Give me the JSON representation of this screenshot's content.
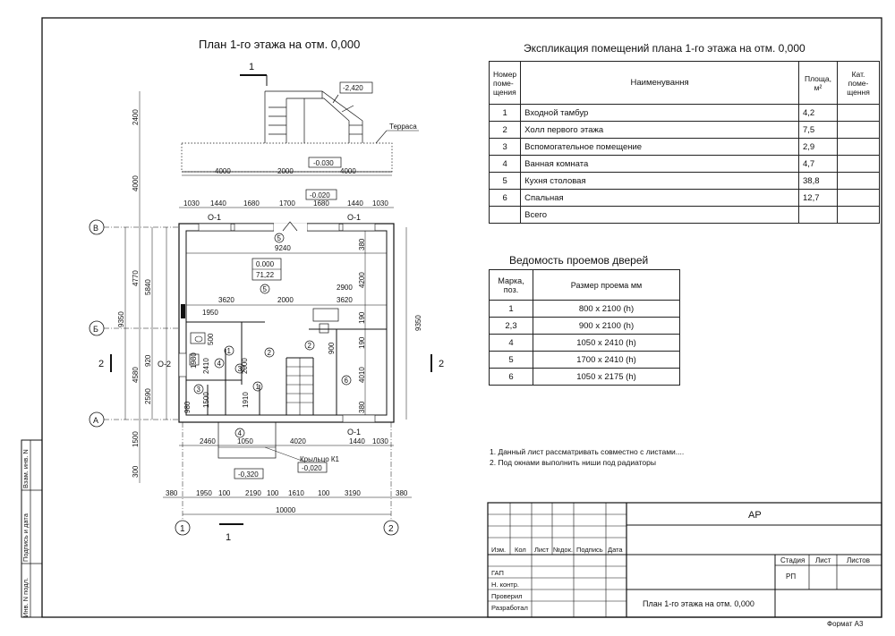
{
  "plan": {
    "title": "План 1-го этажа на  отм. 0,000",
    "terrace_label": "Терраса",
    "porch_label": "Крыльцо К1",
    "levels": {
      "stair_top": "-2,420",
      "terrace": "-0.030",
      "entrance": "-0.020",
      "porch": "-0,020",
      "ground": "-0,320",
      "floor": "0.000",
      "area_total": "71,22"
    },
    "axes": {
      "rows": [
        "В",
        "Б",
        "А"
      ],
      "cols": [
        "1",
        "2"
      ]
    },
    "section_marks": [
      "1",
      "2"
    ],
    "windows": {
      "o1": "О-1",
      "o2": "О-2"
    },
    "room_tags": [
      "1",
      "2",
      "3",
      "4",
      "5",
      "6"
    ],
    "dims_top_terrace": [
      "4000",
      "2000",
      "4000"
    ],
    "dims_top_wall": [
      "1030",
      "1440",
      "1680",
      "1700",
      "1680",
      "1440",
      "1030"
    ],
    "dim_inner_top": "9240",
    "dims_mid": [
      "3620",
      "2000",
      "3620"
    ],
    "dims_mid2": [
      "1950",
      "2900"
    ],
    "dims_inner_small": [
      "500",
      "2410",
      "2000",
      "1910",
      "1500",
      "900",
      "1980",
      "980"
    ],
    "dims_bottom_wall": [
      "2460",
      "1050",
      "4020",
      "1440",
      "1030"
    ],
    "dims_bottom_axes": [
      "380",
      "1950",
      "100",
      "2190",
      "100",
      "1610",
      "100",
      "3190",
      "380"
    ],
    "dim_total": "10000",
    "dims_left_outer": [
      "2400",
      "4000",
      "1500",
      "300"
    ],
    "dims_left_mid": [
      "4770",
      "4580"
    ],
    "dims_left_inner": [
      "5840",
      "920",
      "2590"
    ],
    "dim_left_total": "9350",
    "dims_right_inner": [
      "380",
      "4200",
      "190",
      "190",
      "4010",
      "380"
    ],
    "dim_right_total": "9350"
  },
  "explication": {
    "title": "Экспликация помещений плана 1-го этажа на  отм. 0,000",
    "headers": [
      "Номер поме-щения",
      "Наименування",
      "Площа, м²",
      "Кат. поме-щення"
    ],
    "rows": [
      [
        "1",
        "Входной тамбур",
        "4,2",
        ""
      ],
      [
        "2",
        "Холл первого этажа",
        "7,5",
        ""
      ],
      [
        "3",
        "Вспомогательное помещение",
        "2,9",
        ""
      ],
      [
        "4",
        "Ванная комната",
        "4,7",
        ""
      ],
      [
        "5",
        "Кухня столовая",
        "38,8",
        ""
      ],
      [
        "6",
        "Спальная",
        "12,7",
        ""
      ],
      [
        "",
        "Всего",
        "",
        ""
      ]
    ]
  },
  "doors": {
    "title": "Ведомость проемов дверей",
    "headers": [
      "Марка, поз.",
      "Размер проема мм"
    ],
    "rows": [
      [
        "1",
        "800 x 2100 (h)"
      ],
      [
        "2,3",
        "900 x 2100 (h)"
      ],
      [
        "4",
        "1050 x 2410 (h)"
      ],
      [
        "5",
        "1700 x 2410 (h)"
      ],
      [
        "6",
        "1050 x 2175 (h)"
      ]
    ]
  },
  "notes": [
    "1. Данный лист рассматривать совместно с листами....",
    "2. Под окнами выполнить ниши под радиаторы"
  ],
  "stamp": {
    "code": "АР",
    "col_headers": [
      "Изм.",
      "Кол",
      "Лист",
      "№док.",
      "Подпись",
      "Дата"
    ],
    "roles": [
      "ГАП",
      "Н. контр.",
      "Проверил",
      "Разработал"
    ],
    "stage_headers": [
      "Стадия",
      "Лист",
      "Листов"
    ],
    "stage": "РП",
    "sheet_title": "План 1-го этажа на  отм. 0,000"
  },
  "side_labels": [
    "Инв. N подл.",
    "Подпись и дата",
    "Взам. инв. N"
  ],
  "format_label": "Формат А3"
}
